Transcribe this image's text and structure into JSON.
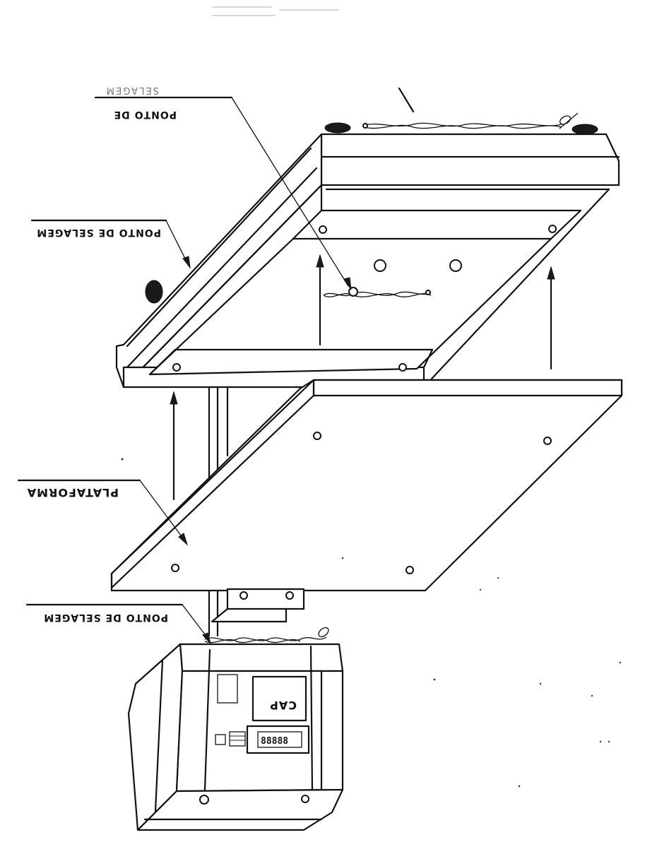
{
  "labels": {
    "sealing_point_top": "PONTO DE",
    "sealing_point_top_faint": "SELAGEM",
    "sealing_point_left": "PONTO DE SELAGEM",
    "platform": "PLATAFORMA",
    "sealing_point_bottom": "PONTO DE SELAGEM"
  },
  "indicator": {
    "display": "88888",
    "logo": "CAP"
  }
}
